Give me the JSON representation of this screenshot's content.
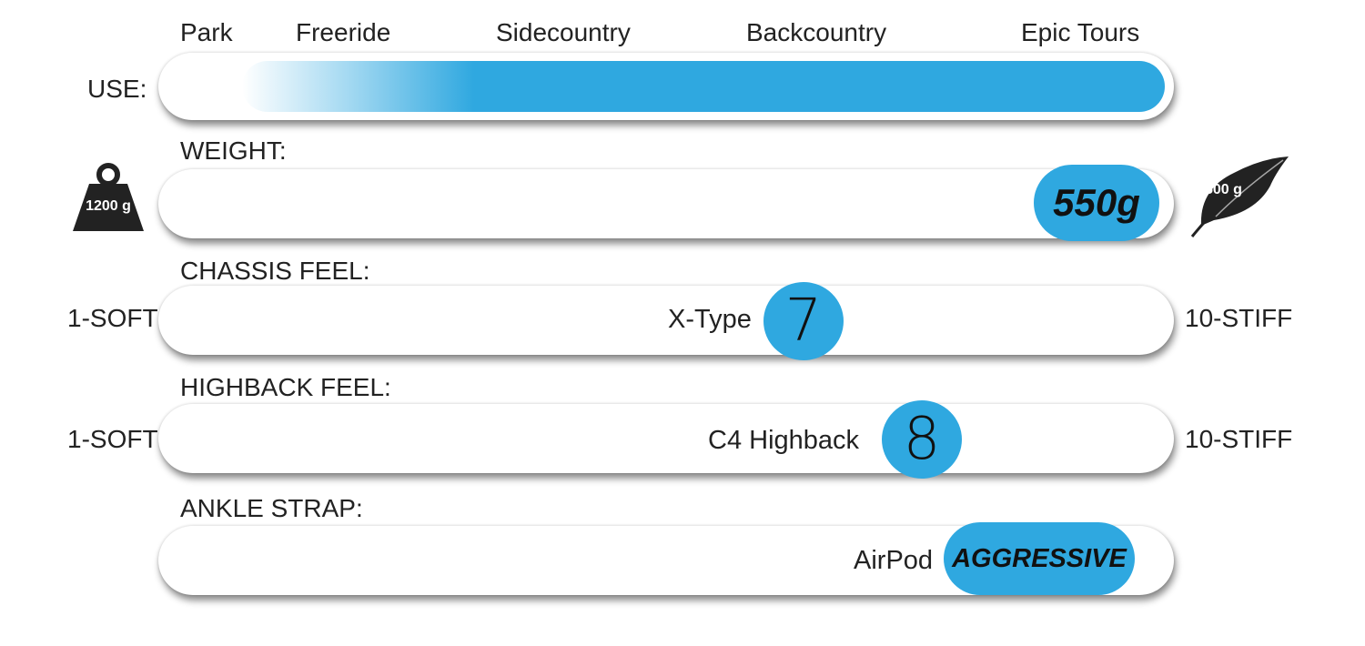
{
  "use": {
    "label": "USE:",
    "categories": [
      "Park",
      "Freeride",
      "Sidecountry",
      "Backcountry",
      "Epic Tours"
    ]
  },
  "weight": {
    "label": "WEIGHT:",
    "heavy_icon_text": "1200 g",
    "light_icon_text": "500 g",
    "value": "550g"
  },
  "chassis": {
    "label": "CHASSIS FEEL:",
    "min_label": "1-SOFT",
    "max_label": "10-STIFF",
    "model": "X-Type",
    "rating": "7"
  },
  "highback": {
    "label": "HIGHBACK FEEL:",
    "min_label": "1-SOFT",
    "max_label": "10-STIFF",
    "model": "C4 Highback",
    "rating": "8"
  },
  "ankle": {
    "label": "ANKLE STRAP:",
    "model": "AirPod",
    "value": "AGGRESSIVE"
  },
  "colors": {
    "accent": "#2fa8e0",
    "track": "#ffffff",
    "text": "#222222"
  }
}
